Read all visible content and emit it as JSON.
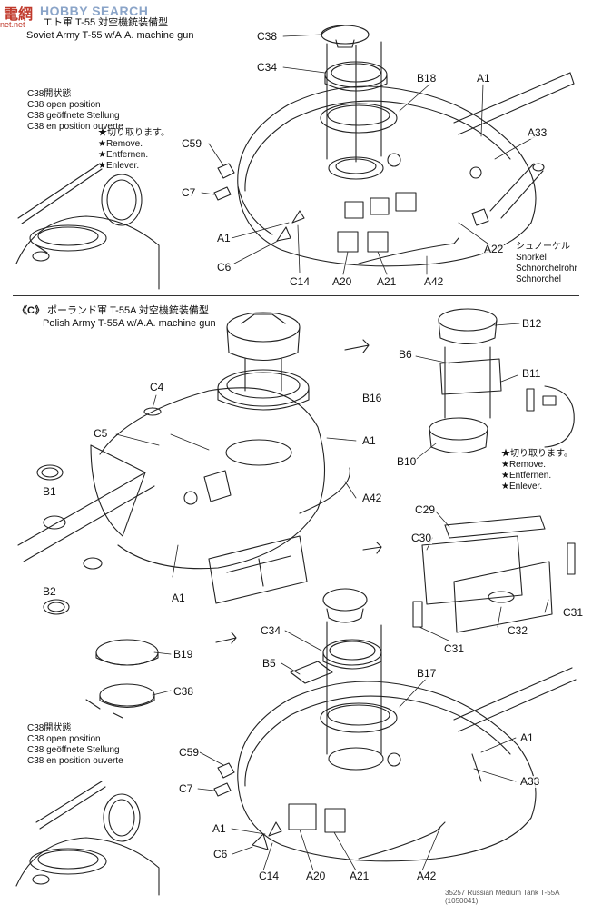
{
  "watermark": {
    "logo": "電網",
    "brand": "HOBBY SEARCH",
    "site": "net.net"
  },
  "top_section": {
    "title_jp": "エト軍 T-55 対空機銃装備型",
    "title_en": "Soviet Army T-55 w/A.A. machine gun",
    "open_position": {
      "jp": "C38開状態",
      "en": "C38 open position",
      "de": "C38 geöffnete Stellung",
      "fr": "C38 en position ouverte"
    },
    "remove": {
      "jp": "★切り取ります。",
      "en": "★Remove.",
      "de": "★Entfernen.",
      "fr": "★Enlever."
    },
    "snorkel": {
      "jp": "シュノーケル",
      "en": "Snorkel",
      "de": "Schnorchelrohr",
      "fr": "Schnorchel"
    },
    "labels": {
      "c38": "C38",
      "c34": "C34",
      "b18": "B18",
      "a1": "A1",
      "a33": "A33",
      "c59": "C59",
      "c7": "C7",
      "a1b": "A1",
      "c6": "C6",
      "c14": "C14",
      "a20": "A20",
      "a21": "A21",
      "a42": "A42",
      "a22": "A22"
    }
  },
  "section_c": {
    "marker": "《C》",
    "title_jp": "ポーランド軍 T-55A 対空機銃装備型",
    "title_en": "Polish Army T-55A w/A.A. machine gun",
    "remove": {
      "jp": "★切り取ります。",
      "en": "★Remove.",
      "de": "★Entfernen.",
      "fr": "★Enlever."
    },
    "open_position": {
      "jp": "C38開状態",
      "en": "C38 open position",
      "de": "C38 geöffnete Stellung",
      "fr": "C38 en position ouverte"
    },
    "labels": {
      "b12": "B12",
      "b6": "B6",
      "b11": "B11",
      "b10": "B10",
      "c4": "C4",
      "b16": "B16",
      "c5": "C5",
      "a1": "A1",
      "b1": "B1",
      "a42": "A42",
      "c29": "C29",
      "c30": "C30",
      "c31": "C31",
      "b2": "B2",
      "a1b": "A1",
      "c31b": "C31",
      "c32": "C32",
      "b19": "B19",
      "c38": "C38",
      "c34": "C34",
      "b5": "B5",
      "b17": "B17",
      "a1c": "A1",
      "a33": "A33",
      "c59": "C59",
      "c7": "C7",
      "a1d": "A1",
      "c6": "C6",
      "c14": "C14",
      "a20": "A20",
      "a21": "A21",
      "a42b": "A42"
    }
  },
  "footer": "35257 Russian Medium Tank T-55A (1050041)"
}
